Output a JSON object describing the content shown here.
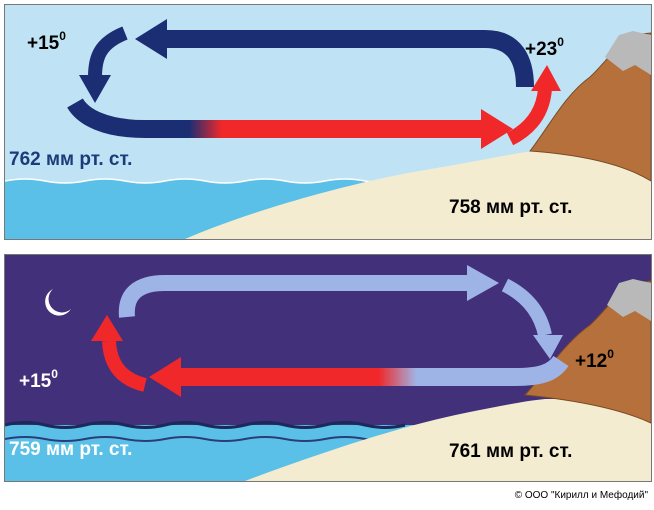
{
  "day": {
    "temp_sea": "+15",
    "temp_land": "+23",
    "temp_sup": "0",
    "pressure_sea": "762 мм рт. ст.",
    "pressure_land": "758 мм рт. ст.",
    "colors": {
      "sky": "#bfe3f5",
      "sea": "#5bc0e8",
      "air_cold": "#1b2e73",
      "air_warm": "#f0282a",
      "text_sea": "#1b3c7a"
    }
  },
  "night": {
    "temp_sea": "+15",
    "temp_land": "+12",
    "temp_sup": "0",
    "pressure_sea": "759 мм рт. ст.",
    "pressure_land": "761 мм рт. ст.",
    "colors": {
      "sky": "#43307a",
      "sea": "#5bc0e8",
      "air_cold": "#9fb4e6",
      "air_warm": "#f0282a",
      "text": "#ffffff"
    }
  },
  "copyright": "© ООО \"Кирилл и Мефодий\""
}
